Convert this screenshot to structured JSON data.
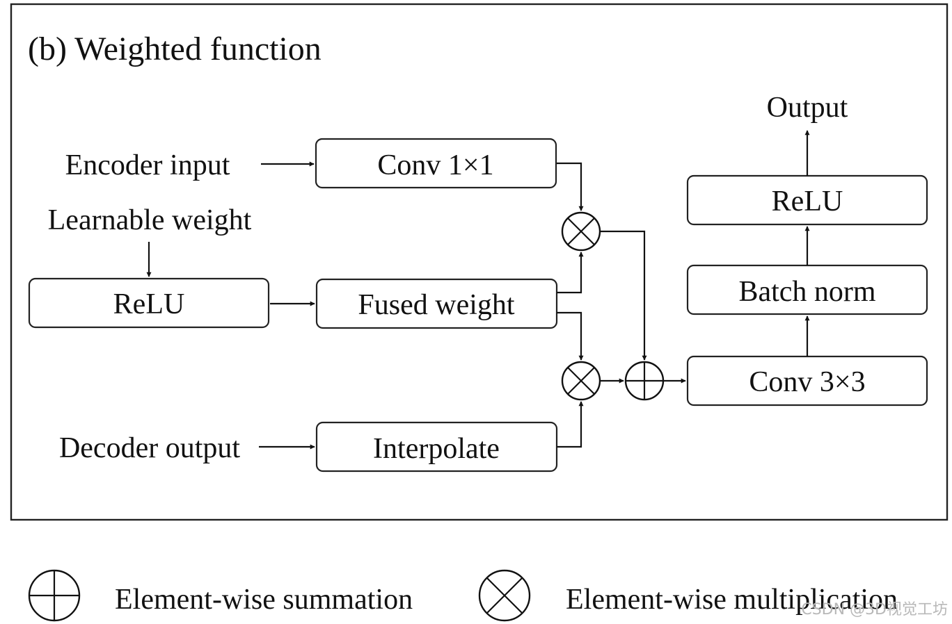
{
  "title": "(b) Weighted function",
  "inputs": {
    "encoder": "Encoder input",
    "learnable": "Learnable weight",
    "decoder": "Decoder output"
  },
  "boxes": {
    "conv1x1": "Conv 1×1",
    "relu_left": "ReLU",
    "fused_weight": "Fused weight",
    "interpolate": "Interpolate",
    "conv3x3": "Conv 3×3",
    "batch_norm": "Batch norm",
    "relu_right": "ReLU"
  },
  "output": "Output",
  "legend": {
    "sum": "Element-wise summation",
    "mul": "Element-wise multiplication"
  },
  "watermark": "CSDN @3D视觉工坊"
}
